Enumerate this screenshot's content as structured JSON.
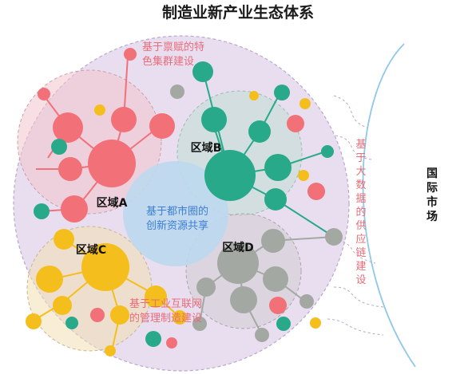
{
  "title": "制造业新产业生态体系",
  "regions": {
    "a": "区域A",
    "b": "区域B",
    "c": "区域C",
    "d": "区域D"
  },
  "center_label": [
    "基于都市圈的",
    "创新资源共享"
  ],
  "top_label": [
    "基于禀赋的特",
    "色集群建设"
  ],
  "bottom_label": [
    "基于工业互联网",
    "的管理制造建设"
  ],
  "right_label": [
    "基",
    "于",
    "大",
    "数",
    "据",
    "的",
    "供",
    "应",
    "链",
    "建",
    "设"
  ],
  "market_label": [
    "国",
    "际",
    "市",
    "场"
  ],
  "colors": {
    "red": "#f27077",
    "green": "#27a98a",
    "yellow": "#f4be1c",
    "gray": "#a3a8a3",
    "label_pink": "#e86c79",
    "label_blue": "#3b7fd1",
    "big_circle": "#e7dcec",
    "center_circle": "#bcd8ee"
  }
}
